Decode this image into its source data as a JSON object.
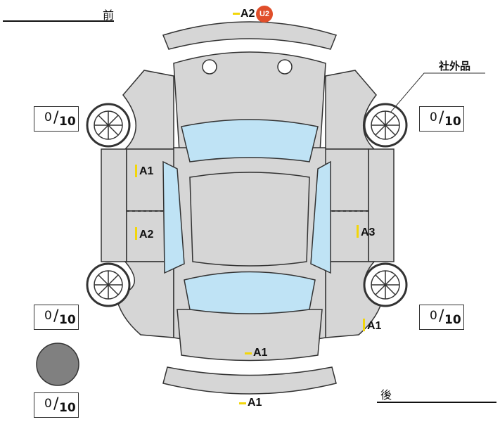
{
  "header": {
    "front_label": "前",
    "rear_label": "後"
  },
  "callout": {
    "aftermarket_label": "社外品"
  },
  "tire_boxes": [
    {
      "id": "front-left",
      "value": "0",
      "max": "10"
    },
    {
      "id": "front-right",
      "value": "0",
      "max": "10"
    },
    {
      "id": "rear-left",
      "value": "0",
      "max": "10"
    },
    {
      "id": "rear-right",
      "value": "0",
      "max": "10"
    },
    {
      "id": "spare",
      "value": "0",
      "max": "10"
    }
  ],
  "damage_marks": [
    {
      "code": "A2",
      "part": "front-bumper"
    },
    {
      "code": "A1",
      "part": "left-front-door"
    },
    {
      "code": "A2",
      "part": "left-rear-door"
    },
    {
      "code": "A3",
      "part": "right-rear-door"
    },
    {
      "code": "A1",
      "part": "right-rear-fender"
    },
    {
      "code": "A1",
      "part": "trunk"
    },
    {
      "code": "A1",
      "part": "rear-bumper"
    }
  ],
  "badge": {
    "text": "U2",
    "color": "#e04e2a"
  },
  "colors": {
    "body": "#d6d6d6",
    "glass": "#bfe3f5",
    "outline": "#333333",
    "tick": "#f2d60a",
    "spare": "#808080"
  }
}
